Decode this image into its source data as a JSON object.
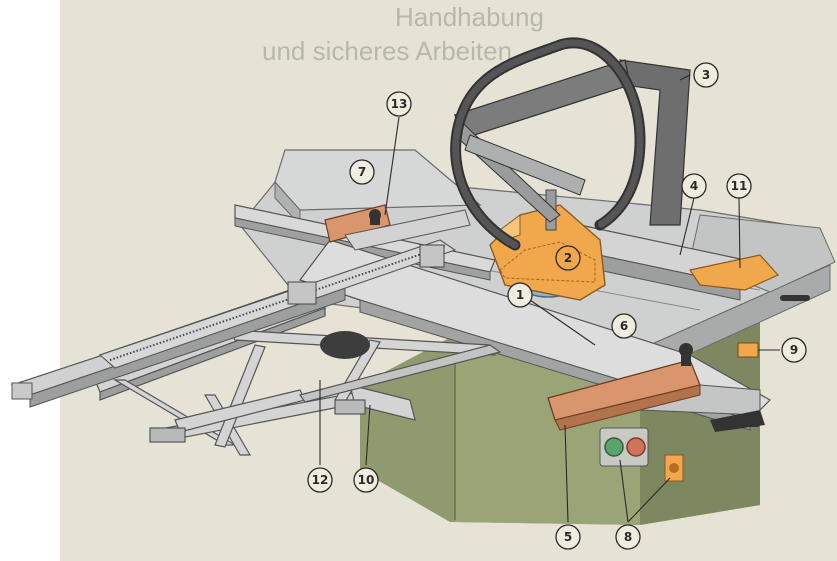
{
  "bleed_through": {
    "line1": "Handhabung",
    "line2": "und sicheres Arbeiten"
  },
  "callouts": [
    {
      "id": "1",
      "label": "1"
    },
    {
      "id": "2",
      "label": "2"
    },
    {
      "id": "3",
      "label": "3"
    },
    {
      "id": "4",
      "label": "4"
    },
    {
      "id": "5",
      "label": "5"
    },
    {
      "id": "6",
      "label": "6"
    },
    {
      "id": "7",
      "label": "7"
    },
    {
      "id": "8",
      "label": "8"
    },
    {
      "id": "9",
      "label": "9"
    },
    {
      "id": "10",
      "label": "10"
    },
    {
      "id": "11",
      "label": "11"
    },
    {
      "id": "12",
      "label": "12"
    },
    {
      "id": "13",
      "label": "13"
    }
  ],
  "colors": {
    "paper": "#e6e3d6",
    "table_top": "#cfd1d0",
    "base": "#8f9a6e",
    "guard": "#f1a84c",
    "fence_wood": "#d9966d",
    "dark": "#4a4a4a"
  }
}
